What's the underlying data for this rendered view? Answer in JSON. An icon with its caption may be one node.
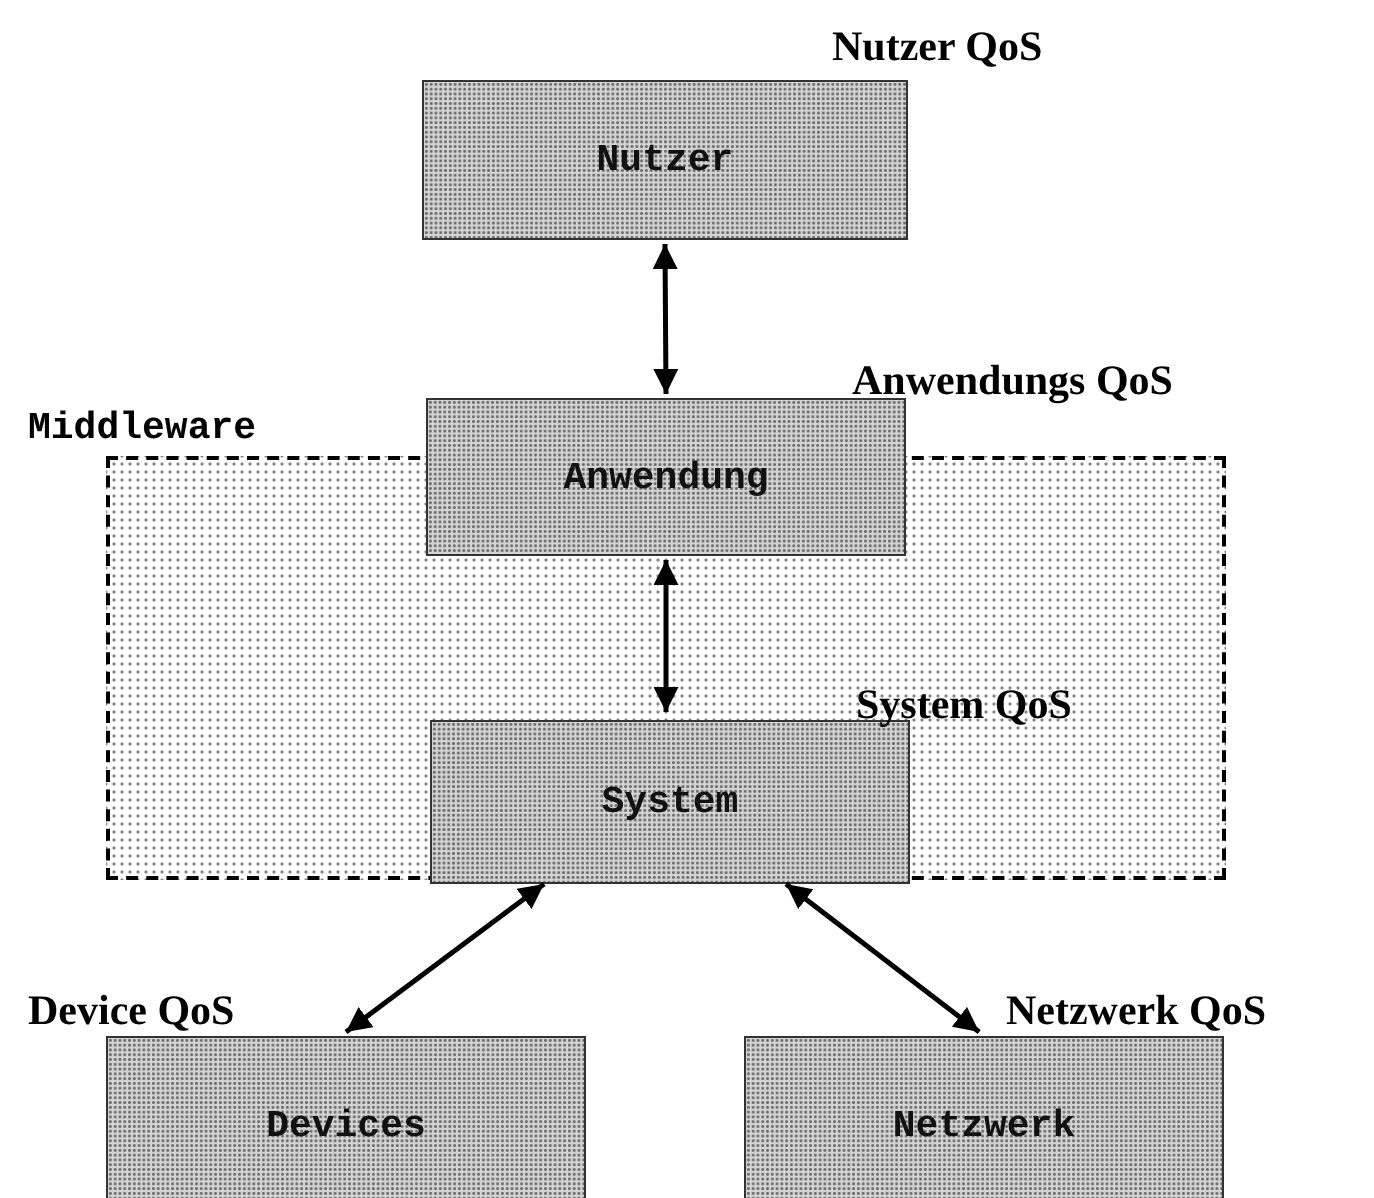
{
  "diagram": {
    "nodes": [
      {
        "text": [
          "Nutzer"
        ],
        "beside": [
          "Nutzer QoS"
        ]
      },
      {
        "text": [
          "Middleware"
        ]
      },
      {
        "text": [
          "Anwendung"
        ],
        "beside": [
          "Anwendungs QoS"
        ]
      },
      {
        "text": [
          "System"
        ],
        "beside": [
          "System QoS"
        ],
        "in": 1
      },
      {
        "text": [
          "Devices"
        ],
        "beside": [
          "Device QoS"
        ]
      },
      {
        "text": [
          "Netzwerk"
        ],
        "beside": [
          "Netzwerk QoS"
        ]
      }
    ],
    "edges": [
      {
        "from": 0,
        "to": 2,
        "arrow": "both"
      },
      {
        "from": 2,
        "to": 3,
        "arrow": "both"
      },
      {
        "from": 3,
        "to": 4,
        "arrow": "both"
      },
      {
        "from": 3,
        "to": 5,
        "arrow": "both"
      }
    ]
  }
}
